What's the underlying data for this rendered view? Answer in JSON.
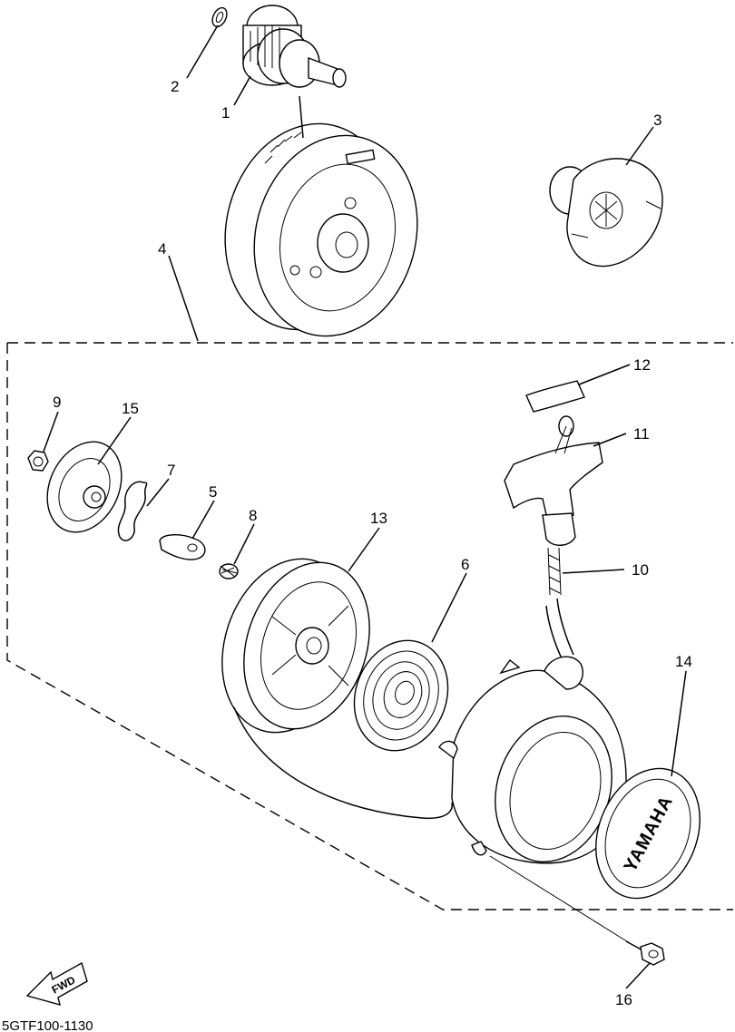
{
  "callouts": {
    "c1": "1",
    "c2": "2",
    "c3": "3",
    "c4": "4",
    "c5": "5",
    "c6": "6",
    "c7": "7",
    "c8": "8",
    "c9": "9",
    "c10": "10",
    "c11": "11",
    "c12": "12",
    "c13": "13",
    "c14": "14",
    "c15": "15",
    "c16": "16"
  },
  "fwd_label": "FWD",
  "emblem_text": "YAMAHA",
  "drawing_code": "5GTF100-1130",
  "colors": {
    "line": "#000000",
    "background": "#ffffff"
  }
}
